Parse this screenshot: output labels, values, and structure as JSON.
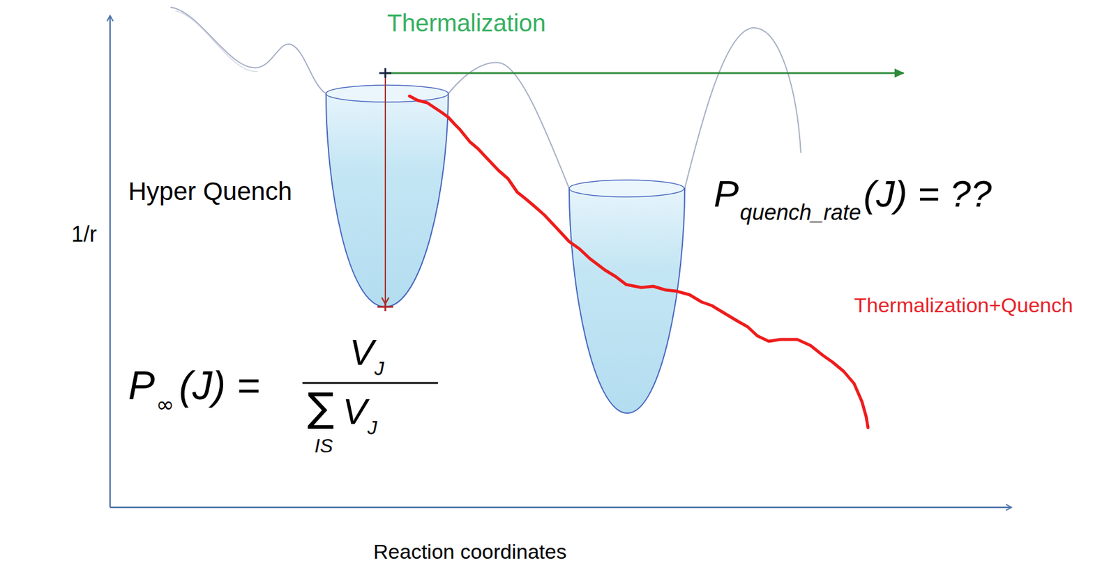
{
  "diagram": {
    "labels": [
      "Thermalization",
      "Hyper Quench",
      "1/r",
      "P",
      "quench_rate",
      "(J) = ??",
      "Thermalization+Quench",
      "P",
      "∞",
      "(J) =",
      "V",
      "J",
      "∑",
      "V",
      "J",
      "IS",
      "Reaction coordinates"
    ]
  }
}
